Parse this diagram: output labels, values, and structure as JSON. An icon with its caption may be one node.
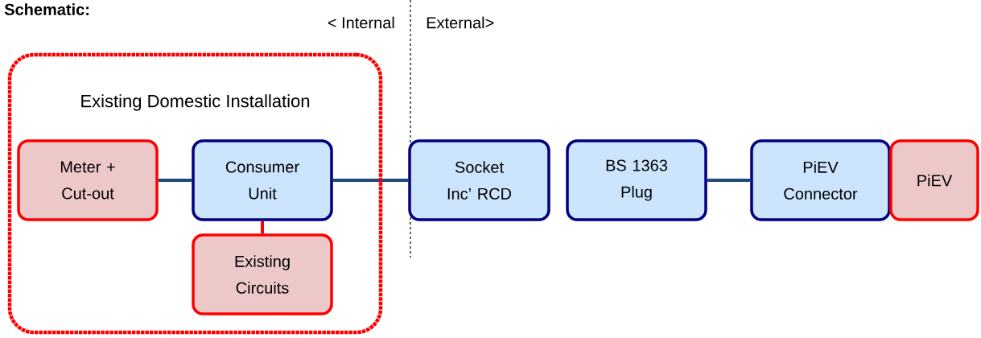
{
  "diagram": {
    "title": "Schematic:",
    "nodes": [
      {
        "text": [
          "Existing Domestic Installation"
        ]
      },
      {
        "text": [
          "Meter + Cut-out"
        ],
        "in": 0
      },
      {
        "text": [
          "Consumer Unit"
        ],
        "in": 0
      },
      {
        "text": [
          "Existing Circuits"
        ],
        "in": 0
      },
      {
        "text": [
          "Socket Inc’ RCD"
        ]
      },
      {
        "text": [
          "BS 1363 Plug"
        ]
      },
      {
        "text": [
          "PiEV Connector"
        ]
      },
      {
        "text": [
          "PiEV"
        ]
      }
    ],
    "edges": [
      {
        "from": 1,
        "to": 2,
        "arrow": "none"
      },
      {
        "from": 2,
        "to": 3,
        "arrow": "none",
        "color": "#ff0000"
      },
      {
        "from": 2,
        "to": 4,
        "arrow": "none"
      },
      {
        "from": 5,
        "to": 6,
        "arrow": "none"
      }
    ],
    "labels": [
      "< Internal",
      "External>"
    ]
  }
}
